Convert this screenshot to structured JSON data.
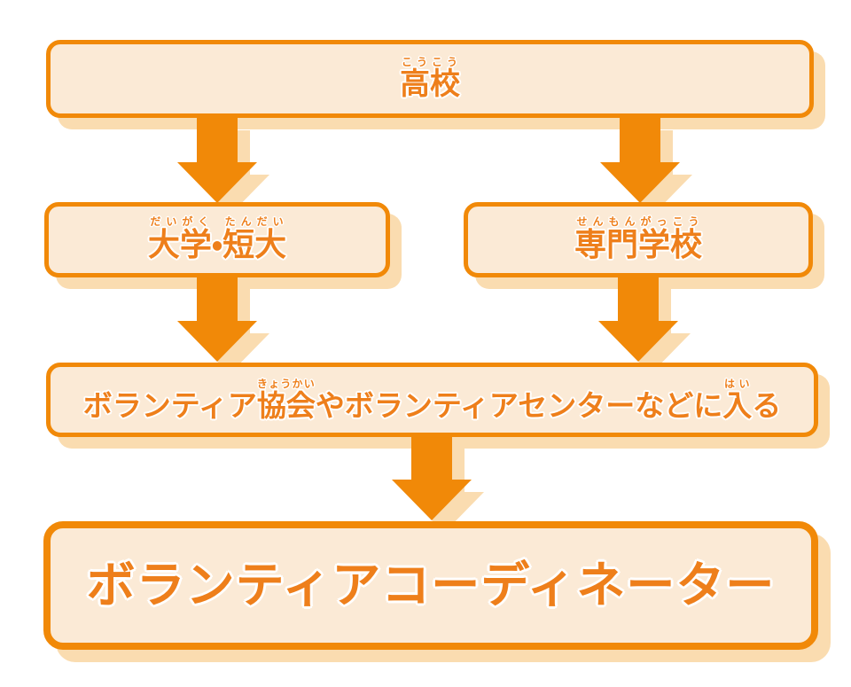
{
  "colors": {
    "box_fill": "#fbead6",
    "box_border": "#f18908",
    "arrow": "#f18908",
    "shadow": "#fadcb0",
    "text": "#ee7f1b",
    "page_bg": "#ffffff"
  },
  "diagram": {
    "type": "flowchart",
    "direction": "top-down",
    "nodes": [
      {
        "id": "highschool",
        "segments": [
          {
            "text": "高校",
            "ruby": "こうこう"
          }
        ]
      },
      {
        "id": "university",
        "segments": [
          {
            "text": "大学",
            "ruby": "だいがく"
          },
          {
            "text": "・"
          },
          {
            "text": "短大",
            "ruby": "たんだい"
          }
        ]
      },
      {
        "id": "vocational",
        "segments": [
          {
            "text": "専門学校",
            "ruby": "せんもんがっこう"
          }
        ]
      },
      {
        "id": "association",
        "segments": [
          {
            "text": "ボランティア"
          },
          {
            "text": "協会",
            "ruby": "きょうかい"
          },
          {
            "text": "やボランティアセンターなどに"
          },
          {
            "text": "入",
            "ruby": "はい"
          },
          {
            "text": "る"
          }
        ]
      },
      {
        "id": "coordinator",
        "segments": [
          {
            "text": "ボランティアコーディネーター"
          }
        ]
      }
    ],
    "edges": [
      {
        "from": "highschool",
        "to": "university"
      },
      {
        "from": "highschool",
        "to": "vocational"
      },
      {
        "from": "university",
        "to": "association"
      },
      {
        "from": "vocational",
        "to": "association"
      },
      {
        "from": "association",
        "to": "coordinator"
      }
    ]
  }
}
